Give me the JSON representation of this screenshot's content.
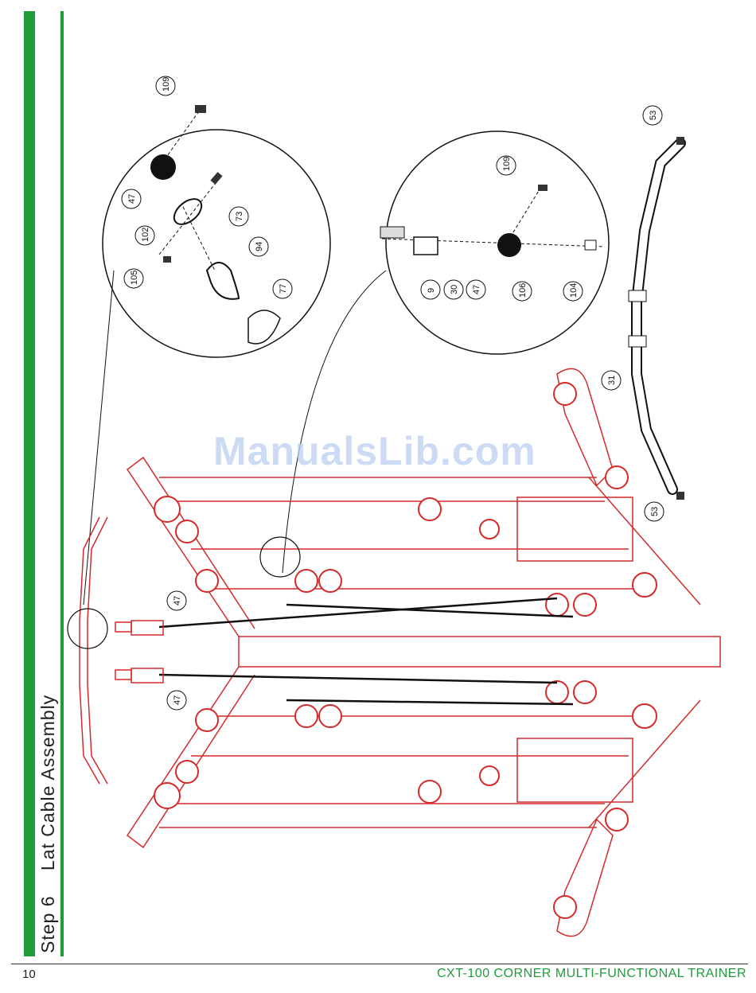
{
  "header": {
    "step_label": "Step",
    "step_number": "6",
    "step_title": "Lat Cable Assembly"
  },
  "footer": {
    "page_number": "10",
    "title": "CXT-100 CORNER MULTI-FUNCTIONAL TRAINER"
  },
  "watermark": "ManualsLib.com",
  "callouts": {
    "detail_top_left": [
      "109",
      "47",
      "102",
      "73",
      "105",
      "94",
      "77"
    ],
    "detail_top_right": [
      "109",
      "9",
      "30",
      "47",
      "106",
      "104"
    ],
    "bar": [
      "53",
      "31",
      "53"
    ],
    "cables": [
      "47",
      "47"
    ]
  },
  "colors": {
    "frame": "#d42a2a",
    "accent": "#1f9c3a",
    "ink": "#111111"
  }
}
